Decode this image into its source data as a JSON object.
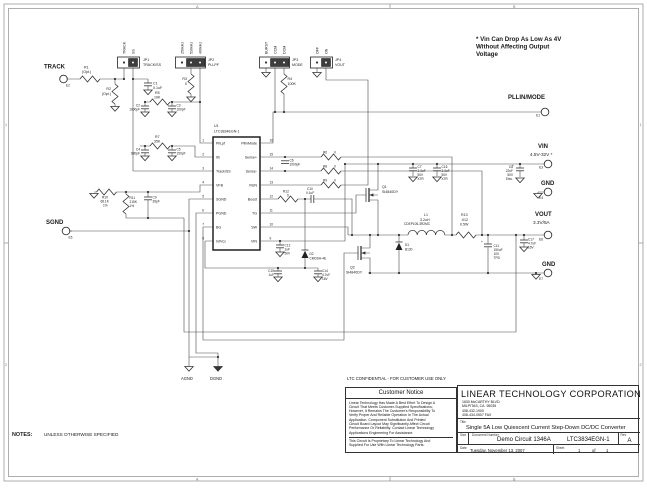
{
  "frame": {
    "zone_a": "A",
    "zone_b": "B",
    "zone_1": "1",
    "zone_2": "2"
  },
  "notes": {
    "label": "NOTES:",
    "text": "UNLESS OTHERWISE SPECIFIED"
  },
  "annotation": {
    "line1": "* Vin Can Drop As Low As 4V",
    "line2": "Without Affecting Output",
    "line3": "Voltage"
  },
  "terminals": {
    "track": {
      "label": "TRACK",
      "ref": "E2"
    },
    "sgnd": {
      "label": "SGND",
      "ref": "E5"
    },
    "pllin": {
      "label": "PLLIN/MODE",
      "ref": "E1"
    },
    "vin": {
      "label": "VIN",
      "value": "4.5V-32V *",
      "ref": "E3"
    },
    "gnd_vin": {
      "label": "GND",
      "ref": "E4"
    },
    "vout": {
      "label": "VOUT",
      "value": "3.3V/5A",
      "ref": "E6"
    },
    "gnd_vout": {
      "label": "GND",
      "ref": "E7"
    },
    "agnd": "AGND",
    "dgnd": "DGND"
  },
  "jumpers": {
    "jp1": {
      "ref": "JP1",
      "name": "TRACK/SS",
      "options": [
        "TRACK",
        "SS"
      ]
    },
    "jp2": {
      "ref": "JP2",
      "name": "PLLPF",
      "options": [
        "250kHz",
        "530kHz",
        "400kHz"
      ]
    },
    "jp3": {
      "ref": "JP3",
      "name": "MODE",
      "options": [
        "BURST",
        "CCM",
        "DCM"
      ]
    },
    "jp4": {
      "ref": "JP4",
      "name": "VOUT",
      "options": [
        "OFF",
        "ON"
      ]
    }
  },
  "ic": {
    "left_pins": [
      {
        "num": "1",
        "name": "PllLpf"
      },
      {
        "num": "2",
        "name": "Ith"
      },
      {
        "num": "3",
        "name": "Track/SS"
      },
      {
        "num": "4",
        "name": "VFB"
      },
      {
        "num": "5",
        "name": "SGND"
      },
      {
        "num": "6",
        "name": "PGND"
      },
      {
        "num": "7",
        "name": "BG"
      },
      {
        "num": "8",
        "name": "IntVcc"
      }
    ],
    "right_pins": [
      {
        "num": "16",
        "name": "PllinMode"
      },
      {
        "num": "15",
        "name": "Sense+"
      },
      {
        "num": "14",
        "name": "Sense-"
      },
      {
        "num": "13",
        "name": "RUN"
      },
      {
        "num": "12",
        "name": "Boost"
      },
      {
        "num": "11",
        "name": "TG"
      },
      {
        "num": "10",
        "name": "SW"
      },
      {
        "num": "9",
        "name": "VIN"
      }
    ]
  },
  "components": {
    "u1": {
      "ref": "U1",
      "v": "LTC3834EGN-1"
    },
    "r1": {
      "ref": "R1",
      "v": "(Opt.)"
    },
    "r2": {
      "ref": "R2",
      "v": "(Opt.)"
    },
    "r3": {
      "ref": "R3",
      "v": "0"
    },
    "r4": {
      "ref": "R4",
      "v": "100K"
    },
    "r5": {
      "ref": "R5",
      "v": "10K"
    },
    "r6": {
      "ref": "R6",
      "v": "0"
    },
    "r7": {
      "ref": "R7",
      "v": "35K"
    },
    "r8": {
      "ref": "R8",
      "v": "0"
    },
    "r9": {
      "ref": "R9",
      "v": "0"
    },
    "r10": {
      "ref": "R10",
      "v": "68.1K",
      "v2": "1%"
    },
    "r11": {
      "ref": "R11",
      "v": "215K",
      "v2": "1%"
    },
    "r12": {
      "ref": "R12",
      "v": "0"
    },
    "r13": {
      "ref": "R13",
      "v": ".012",
      "v2": "0.5W"
    },
    "c1": {
      "ref": "C1",
      "v": "0.1uF"
    },
    "c2": {
      "ref": "C2",
      "v": "1000pF"
    },
    "c3": {
      "ref": "C3",
      "v": "100pF"
    },
    "c4": {
      "ref": "C4",
      "v": "680pF"
    },
    "c5": {
      "ref": "C5",
      "v": "150pF"
    },
    "c6": {
      "ref": "C6",
      "v": "1000pF"
    },
    "c7": {
      "ref": "C7",
      "v": "3.3uF",
      "v2": "50V",
      "v3": "X7R"
    },
    "c8": {
      "ref": "C8",
      "v": "22uF",
      "v2": "50V",
      "v3": "Elec."
    },
    "c9": {
      "ref": "C9",
      "v": "39pF"
    },
    "c10": {
      "ref": "C10",
      "v": "0.1uF"
    },
    "c11": {
      "ref": "C11",
      "v": "150uF",
      "v2": "10V",
      "v3": "TPD"
    },
    "c12": {
      "ref": "C12",
      "v": "1uF",
      "v2": "50V"
    },
    "c14": {
      "ref": "C14",
      "v": "4.7uF",
      "v2": "16V"
    },
    "c15": {
      "ref": "C15",
      "v": "1uF"
    },
    "c16": {
      "ref": "C16",
      "v": "3.3uF",
      "v2": "50V",
      "v3": "X7R"
    },
    "c17": {
      "ref": "C17",
      "v": "4.7uF",
      "v2": "16V"
    },
    "d1": {
      "ref": "D1",
      "v": "B130"
    },
    "d2": {
      "ref": "D2",
      "v": "CMDSH-4E"
    },
    "q1": {
      "ref": "Q1",
      "v": "Si4840DY"
    },
    "q2": {
      "ref": "Q2",
      "v": "Si4840DY"
    },
    "l1": {
      "ref": "L1",
      "v": "3.2uH",
      "v2": "CDEP105-3R2MC"
    }
  },
  "titleblock": {
    "confidential": "LTC CONFIDENTIAL - FOR CUSTOMER USE ONLY",
    "notice_title": "Customer Notice",
    "notice_lines": [
      "Linear Technology Has Made A Best Effort To Design A",
      "Circuit That Meets Customer-Supplied Specifications;",
      "However, It Remains The Customer's Responsibility To",
      "Verify Proper And Reliable Operation In The Actual",
      "Application. Component Substitution And Printed",
      "Circuit Board Layout May Significantly Affect Circuit",
      "Performance Or Reliability. Contact Linear Technology",
      "Applications Engineering For Assistance."
    ],
    "notice_late_lines": [
      "This Circuit Is Proprietary To Linear Technology And",
      "Supplied For Use With Linear Technology Parts."
    ],
    "company": "LINEAR TECHNOLOGY CORPORATION",
    "address": [
      "1630 McCARTHY BLVD.",
      "MILPITAS, CA. 95035",
      "408-432-1900",
      "408-434-0507 FAX"
    ],
    "title_label": "Title",
    "title": "Single 5A Low Quiescent Current Step-Down DC/DC Converter",
    "size_label": "Size",
    "doc_label": "Document Number",
    "doc_number": "Demo Circuit 1346A",
    "doc_part": "LTC3834EGN-1",
    "rev_label": "Rev",
    "rev": "A",
    "date_label": "Date",
    "date": "Tuesday, November 13, 2007",
    "sheet_label": "Sheet",
    "sheet": "1",
    "of_label": "of",
    "sheet_total": "1"
  }
}
